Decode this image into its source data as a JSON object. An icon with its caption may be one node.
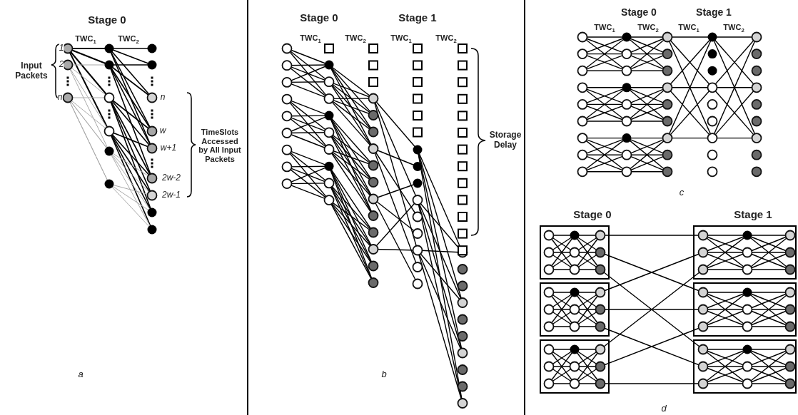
{
  "diagram": {
    "labels": [
      "Stage 0",
      "TWC$_{1}$",
      "TWC$_{2}$",
      "Input Packets",
      "1",
      "2",
      "n",
      "n",
      "w",
      "w+1",
      "2w-2",
      "2w-1",
      "TimeSlots Accessed by All Input Packets",
      "a",
      "Stage 0",
      "Stage 1",
      "TWC$_{1}$",
      "TWC$_{2}$",
      "TWC$_{1}$",
      "TWC$_{2}$",
      "Storage Delay",
      "b",
      "Stage 0",
      "Stage 1",
      "TWC$_{1}$",
      "TWC$_{2}$",
      "TWC$_{1}$",
      "TWC$_{2}$",
      "c",
      "Stage 0",
      "Stage 1",
      "d"
    ]
  }
}
